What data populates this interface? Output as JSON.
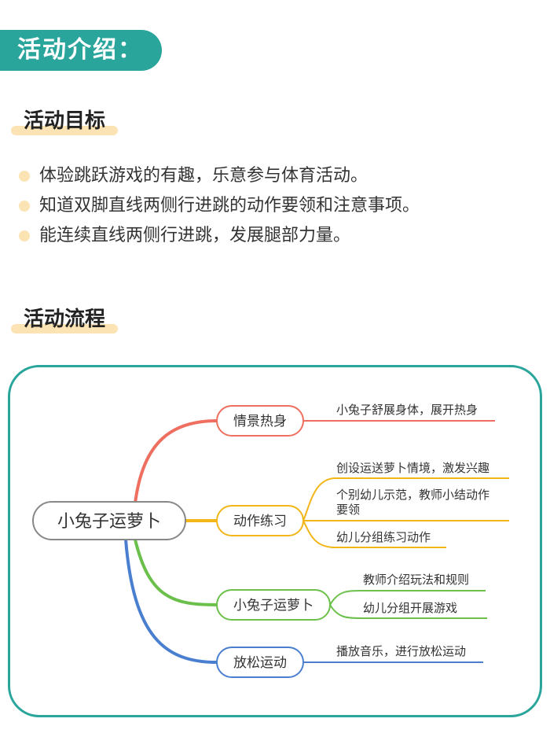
{
  "header": {
    "title": "活动介绍："
  },
  "goals_section": {
    "title": "活动目标",
    "items": [
      "体验跳跃游戏的有趣，乐意参与体育活动。",
      "知道双脚直线两侧行进跳的动作要领和注意事项。",
      "能连续直线两侧行进跳，发展腿部力量。"
    ]
  },
  "process_section": {
    "title": "活动流程"
  },
  "mindmap": {
    "root": "小兔子运萝卜",
    "branches": [
      {
        "label": "情景热身",
        "color": "#ee6f5f",
        "leaves": [
          "小兔子舒展身体，展开热身"
        ]
      },
      {
        "label": "动作练习",
        "color": "#f2b619",
        "leaves": [
          "创设运送萝卜情境，激发兴趣",
          "个别幼儿示范，教师小结动作",
          "要领",
          "幼儿分组练习动作"
        ]
      },
      {
        "label": "小兔子运萝卜",
        "color": "#6bc04b",
        "leaves": [
          "教师介绍玩法和规则",
          "幼儿分组开展游戏"
        ]
      },
      {
        "label": "放松运动",
        "color": "#4a7fd0",
        "leaves": [
          "播放音乐，进行放松运动"
        ]
      }
    ]
  }
}
